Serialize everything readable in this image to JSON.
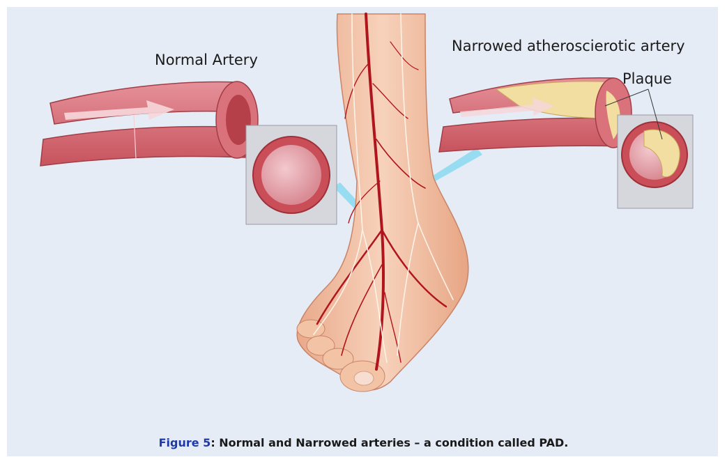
{
  "labels": {
    "normal_artery": "Normal Artery",
    "narrowed_artery": "Narrowed atheroscierotic artery",
    "plaque": "Plaque"
  },
  "caption": {
    "figure_number": "Figure 5",
    "separator": ":",
    "text": " Normal and Narrowed arteries – a condition called PAD",
    "end": "."
  },
  "colors": {
    "background": "#e5ecf6",
    "artery_wall": "#d9727a",
    "artery_inner": "#c94e58",
    "plaque": "#f1dea0",
    "callout": "#8fdaf2",
    "skin": "#f3c3a6",
    "blood_vessel": "#b0141c",
    "caption_accent": "#1f3aa8"
  }
}
